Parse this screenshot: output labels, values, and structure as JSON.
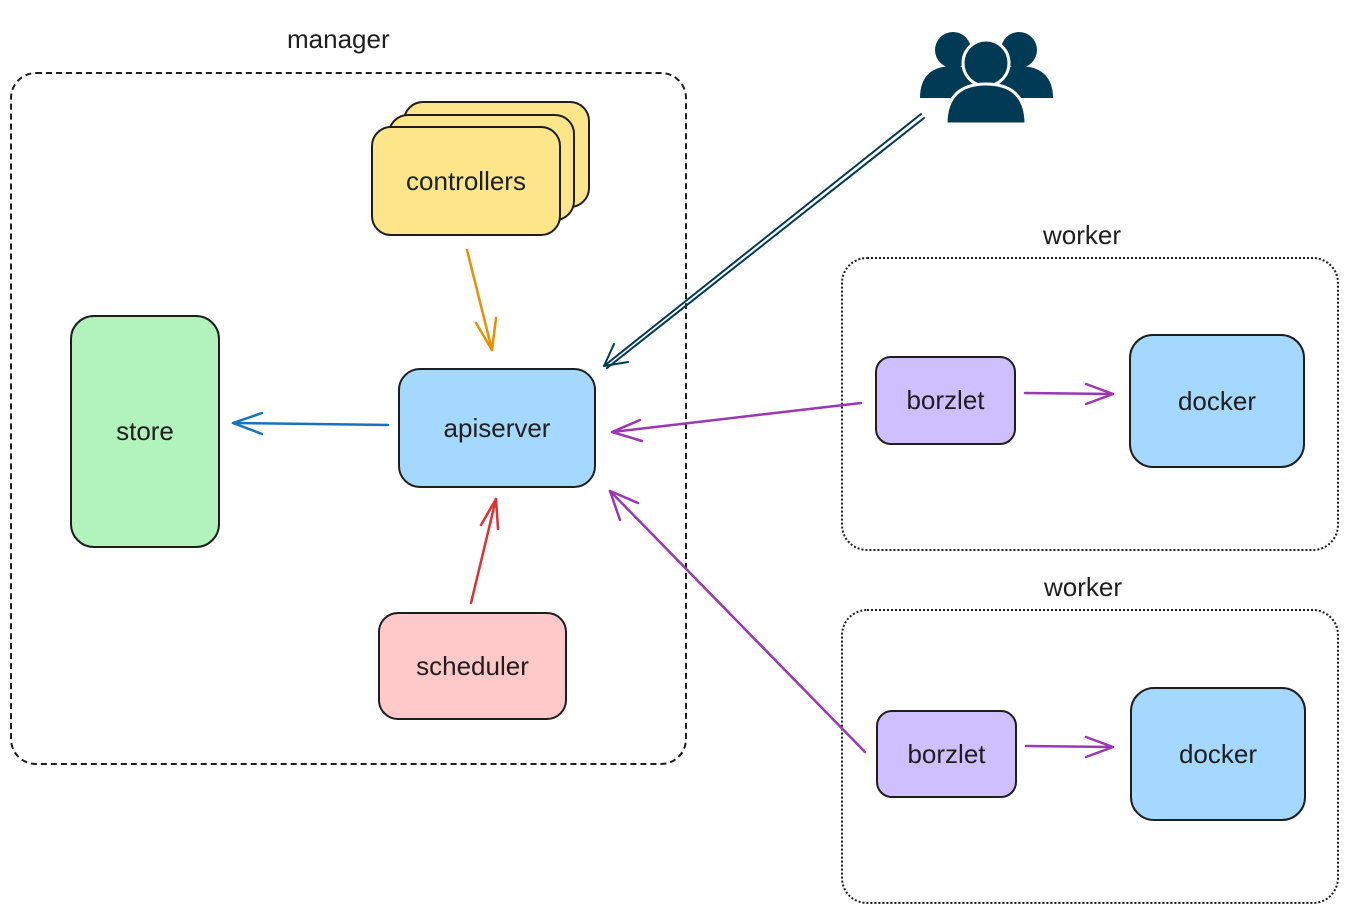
{
  "groups": {
    "manager": "manager",
    "worker_1": "worker",
    "worker_2": "worker"
  },
  "nodes": {
    "controllers": "controllers",
    "store": "store",
    "apiserver": "apiserver",
    "scheduler": "scheduler",
    "borzlet_1": "borzlet",
    "docker_1": "docker",
    "borzlet_2": "borzlet",
    "docker_2": "docker"
  },
  "colors": {
    "controllers": "#fde68a",
    "store": "#b2f2bb",
    "apiserver": "#a5d8ff",
    "scheduler": "#ffc9c9",
    "borzlet": "#d0bfff",
    "docker": "#a5d8ff",
    "users": "#013a54",
    "edge_controllers": "#f08c00",
    "edge_store": "#1971c2",
    "edge_scheduler": "#e03131",
    "edge_users": "#013a54",
    "edge_worker": "#9c36b5"
  },
  "icons": {
    "users": "users-icon"
  }
}
